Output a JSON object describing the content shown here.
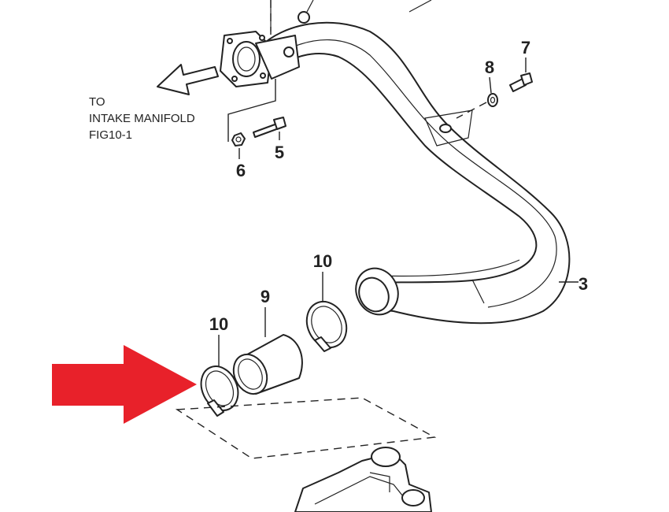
{
  "note": {
    "line1": "TO",
    "line2": "INTAKE MANIFOLD",
    "line3": "FIG10-1"
  },
  "callouts": {
    "c3": "3",
    "c5": "5",
    "c6": "6",
    "c7": "7",
    "c8": "8",
    "c9": "9",
    "c10a": "10",
    "c10b": "10"
  },
  "colors": {
    "highlight_arrow": "#e8212a",
    "line": "#222222"
  },
  "icons": {
    "direction_arrow": "outline-arrow-left-icon",
    "highlight_arrow": "red-arrow-right-icon"
  }
}
